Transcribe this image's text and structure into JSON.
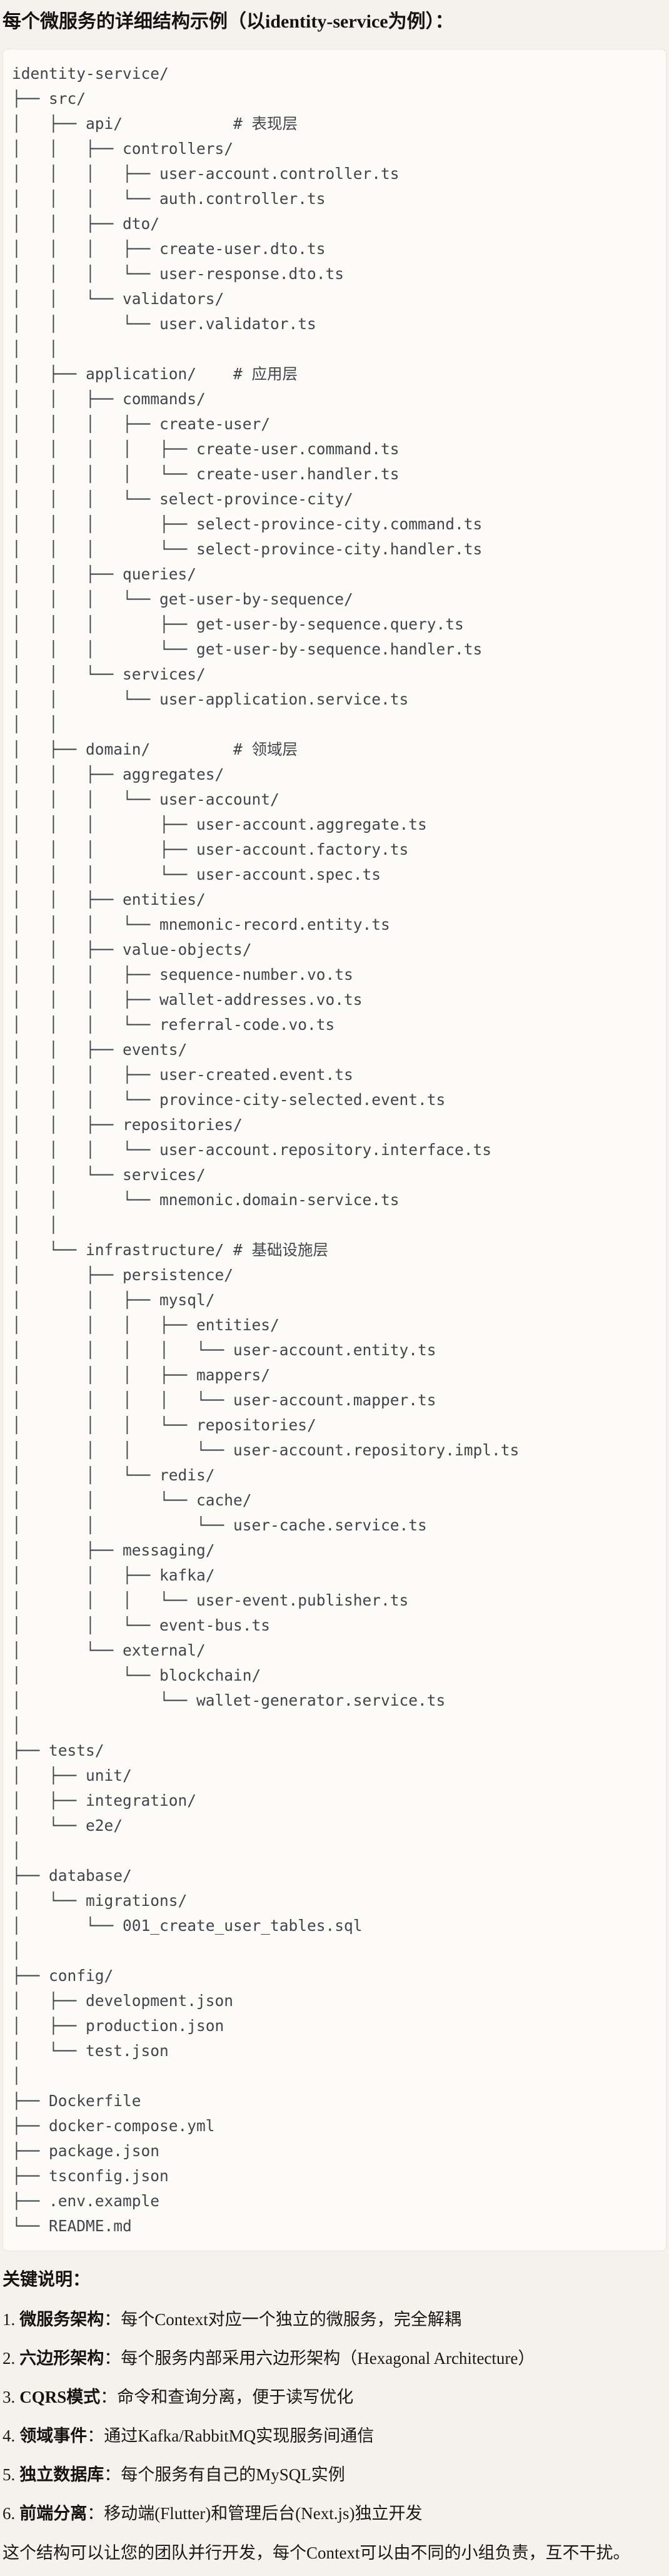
{
  "page": {
    "title": "每个微服务的详细结构示例（以identity-service为例）：",
    "bg_color": "#f4f2ec",
    "text_color": "#191817"
  },
  "code_block": {
    "bg_color": "#fcfbf8",
    "border_color": "#e6e4dc",
    "text_color": "#40454b",
    "lines": [
      "identity-service/",
      "├── src/",
      "│   ├── api/            # 表现层",
      "│   │   ├── controllers/",
      "│   │   │   ├── user-account.controller.ts",
      "│   │   │   └── auth.controller.ts",
      "│   │   ├── dto/",
      "│   │   │   ├── create-user.dto.ts",
      "│   │   │   └── user-response.dto.ts",
      "│   │   └── validators/",
      "│   │       └── user.validator.ts",
      "│   │",
      "│   ├── application/    # 应用层",
      "│   │   ├── commands/",
      "│   │   │   ├── create-user/",
      "│   │   │   │   ├── create-user.command.ts",
      "│   │   │   │   └── create-user.handler.ts",
      "│   │   │   └── select-province-city/",
      "│   │   │       ├── select-province-city.command.ts",
      "│   │   │       └── select-province-city.handler.ts",
      "│   │   ├── queries/",
      "│   │   │   └── get-user-by-sequence/",
      "│   │   │       ├── get-user-by-sequence.query.ts",
      "│   │   │       └── get-user-by-sequence.handler.ts",
      "│   │   └── services/",
      "│   │       └── user-application.service.ts",
      "│   │",
      "│   ├── domain/         # 领域层",
      "│   │   ├── aggregates/",
      "│   │   │   └── user-account/",
      "│   │   │       ├── user-account.aggregate.ts",
      "│   │   │       ├── user-account.factory.ts",
      "│   │   │       └── user-account.spec.ts",
      "│   │   ├── entities/",
      "│   │   │   └── mnemonic-record.entity.ts",
      "│   │   ├── value-objects/",
      "│   │   │   ├── sequence-number.vo.ts",
      "│   │   │   ├── wallet-addresses.vo.ts",
      "│   │   │   └── referral-code.vo.ts",
      "│   │   ├── events/",
      "│   │   │   ├── user-created.event.ts",
      "│   │   │   └── province-city-selected.event.ts",
      "│   │   ├── repositories/",
      "│   │   │   └── user-account.repository.interface.ts",
      "│   │   └── services/",
      "│   │       └── mnemonic.domain-service.ts",
      "│   │",
      "│   └── infrastructure/ # 基础设施层",
      "│       ├── persistence/",
      "│       │   ├── mysql/",
      "│       │   │   ├── entities/",
      "│       │   │   │   └── user-account.entity.ts",
      "│       │   │   ├── mappers/",
      "│       │   │   │   └── user-account.mapper.ts",
      "│       │   │   └── repositories/",
      "│       │   │       └── user-account.repository.impl.ts",
      "│       │   └── redis/",
      "│       │       └── cache/",
      "│       │           └── user-cache.service.ts",
      "│       ├── messaging/",
      "│       │   ├── kafka/",
      "│       │   │   └── user-event.publisher.ts",
      "│       │   └── event-bus.ts",
      "│       └── external/",
      "│           └── blockchain/",
      "│               └── wallet-generator.service.ts",
      "│",
      "├── tests/",
      "│   ├── unit/",
      "│   ├── integration/",
      "│   └── e2e/",
      "│",
      "├── database/",
      "│   └── migrations/",
      "│       └── 001_create_user_tables.sql",
      "│",
      "├── config/",
      "│   ├── development.json",
      "│   ├── production.json",
      "│   └── test.json",
      "│",
      "├── Dockerfile",
      "├── docker-compose.yml",
      "├── package.json",
      "├── tsconfig.json",
      "├── .env.example",
      "└── README.md"
    ]
  },
  "notes": {
    "heading": "关键说明：",
    "items": [
      {
        "num": "1.",
        "term": "微服务架构",
        "text": "：每个Context对应一个独立的微服务，完全解耦"
      },
      {
        "num": "2.",
        "term": "六边形架构",
        "text": "：每个服务内部采用六边形架构（Hexagonal Architecture）"
      },
      {
        "num": "3.",
        "term": "CQRS模式",
        "text": "：命令和查询分离，便于读写优化"
      },
      {
        "num": "4.",
        "term": "领域事件",
        "text": "：通过Kafka/RabbitMQ实现服务间通信"
      },
      {
        "num": "5.",
        "term": "独立数据库",
        "text": "：每个服务有自己的MySQL实例"
      },
      {
        "num": "6.",
        "term": "前端分离",
        "text": "：移动端(Flutter)和管理后台(Next.js)独立开发"
      }
    ],
    "footer": "这个结构可以让您的团队并行开发，每个Context可以由不同的小组负责，互不干扰。"
  }
}
